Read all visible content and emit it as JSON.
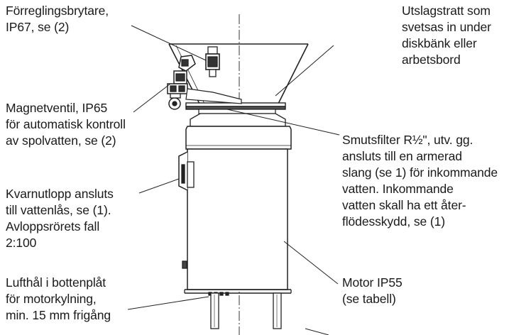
{
  "labels": {
    "interlock_switch": "Förreglingsbrytare,\nIP67, se (2)",
    "hopper": "Utslagstratt som\nsvetsas in under\ndiskbänk eller\narbetsbord",
    "solenoid_valve": "Magnetventil, IP65\nför automatisk kontroll\nav spolvatten, se (2)",
    "dirt_filter": "Smutsfilter R½\", utv. gg.\nansluts till en armerad\nslang (se 1) för inkommande\nvatten. Inkommande\nvatten skall ha ett åter-\nflödesskydd, se (1)",
    "grinder_outlet": "Kvarnutlopp ansluts\ntill vattenlås, se (1).\nAvloppsrörets fall\n2:100",
    "motor": "Motor IP55\n(se tabell)",
    "air_holes": "Lufthål i bottenplåt\nför motorkylning,\nmin. 15 mm frigång"
  }
}
